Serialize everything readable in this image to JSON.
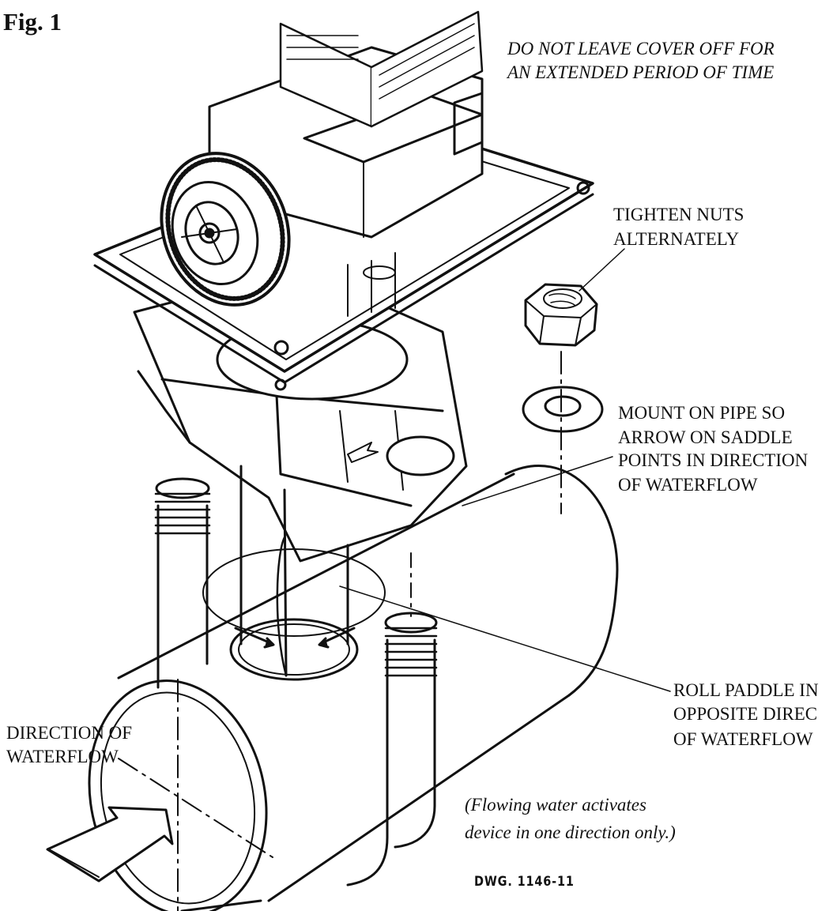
{
  "figure": {
    "title": "Fig. 1"
  },
  "labels": {
    "cover_warning_1": "DO NOT LEAVE COVER OFF FOR",
    "cover_warning_2": "AN EXTENDED PERIOD OF TIME",
    "nuts_1": "TIGHTEN NUTS",
    "nuts_2": "ALTERNATELY",
    "mount_1": "MOUNT ON PIPE SO",
    "mount_2": "ARROW ON SADDLE",
    "mount_3": "POINTS IN DIRECTION",
    "mount_4": "OF WATERFLOW",
    "paddle_1": "ROLL PADDLE IN",
    "paddle_2": "OPPOSITE DIREC",
    "paddle_3": "OF WATERFLOW",
    "direction_1": "DIRECTION OF",
    "direction_2": "WATERFLOW",
    "note_1": "(Flowing water activates",
    "note_2": "device in one direction only.)"
  },
  "drawing_number": "DWG. 1146-11"
}
